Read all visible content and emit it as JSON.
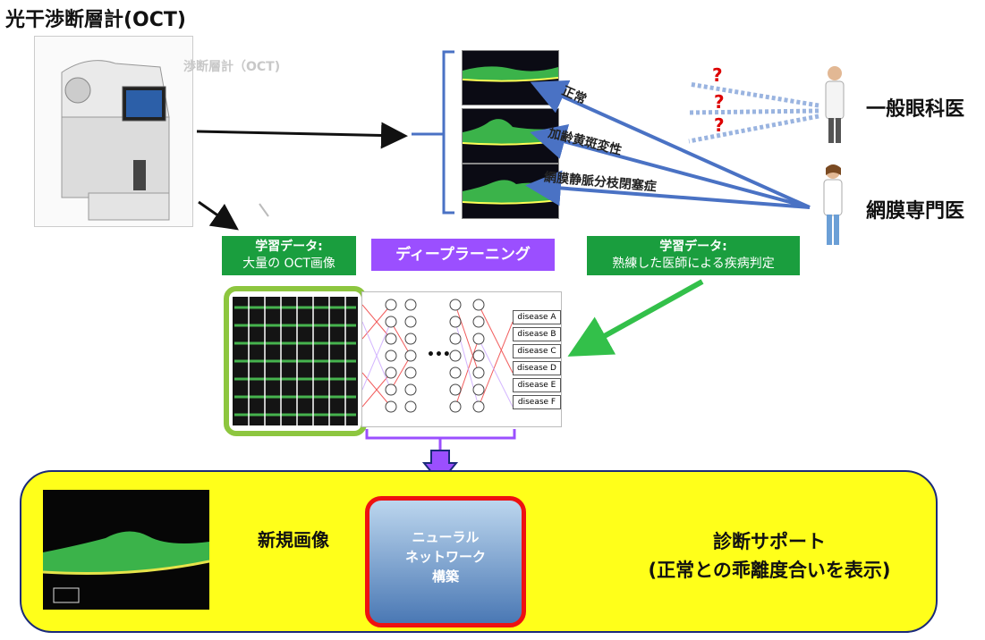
{
  "title": "光干渉断層計(OCT)",
  "ghost_title": "渉断層計（OCT)",
  "diagnoses": [
    "正常",
    "加齢黄斑変性",
    "網膜静脈分枝閉塞症"
  ],
  "doctors": [
    "一般眼科医",
    "網膜専門医"
  ],
  "question_mark": "?",
  "training_data_1": {
    "heading": "学習データ:",
    "text": "大量の OCT画像"
  },
  "deep_learning": "ディープラーニング",
  "training_data_2": {
    "heading": "学習データ:",
    "text": "熟練した医師による疾病判定"
  },
  "diseases": [
    "disease A",
    "disease B",
    "disease C",
    "disease D",
    "disease E",
    "disease F"
  ],
  "ellipsis": "•••",
  "new_image_label": "新規画像",
  "neural_box": [
    "ニューラル",
    "ネットワーク",
    "構築"
  ],
  "support": [
    "診断サポート",
    "(正常との乖離度合いを表示)"
  ],
  "colors": {
    "accent_blue": "#4a72c4",
    "green": "#1a9e3e",
    "purple": "#9b4fff",
    "red": "#e11111",
    "yellow": "#ffff1a"
  }
}
